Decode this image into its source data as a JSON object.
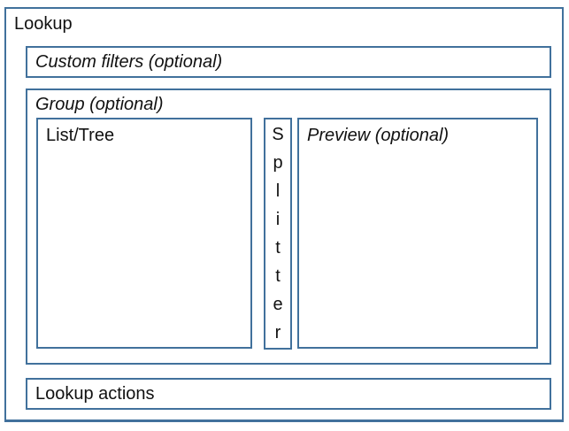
{
  "colors": {
    "border": "#41719C",
    "text": "#111111",
    "background": "#ffffff"
  },
  "diagram": {
    "title": "Lookup",
    "custom_filters_label": "Custom filters (optional)",
    "group_label": "Group (optional)",
    "list_tree_label": "List/Tree",
    "splitter_label": "Splitter",
    "preview_label": "Preview (optional)",
    "actions_label": "Lookup actions"
  }
}
